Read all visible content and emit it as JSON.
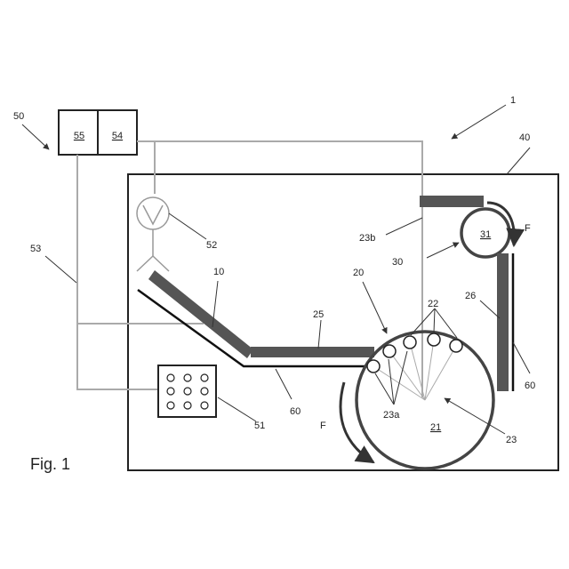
{
  "figure": {
    "caption": "Fig. 1",
    "labels": {
      "device": "1",
      "housing": "40",
      "control_system": "50",
      "unit_a": "55",
      "unit_b": "54",
      "sensor": "52",
      "line": "53",
      "keypad": "51",
      "conveyor": "10",
      "belt_mid": "25",
      "belt_base_a": "60",
      "belt_base_b": "60",
      "wheel_group": "20",
      "rollers": "22",
      "roller_hubs": "23a",
      "drum_large": "21",
      "drum_center": "23",
      "top_strip": "23b",
      "drum_small": "31",
      "small_arrow": "30",
      "right_strip": "26",
      "force_large": "F",
      "force_small": "F"
    }
  }
}
